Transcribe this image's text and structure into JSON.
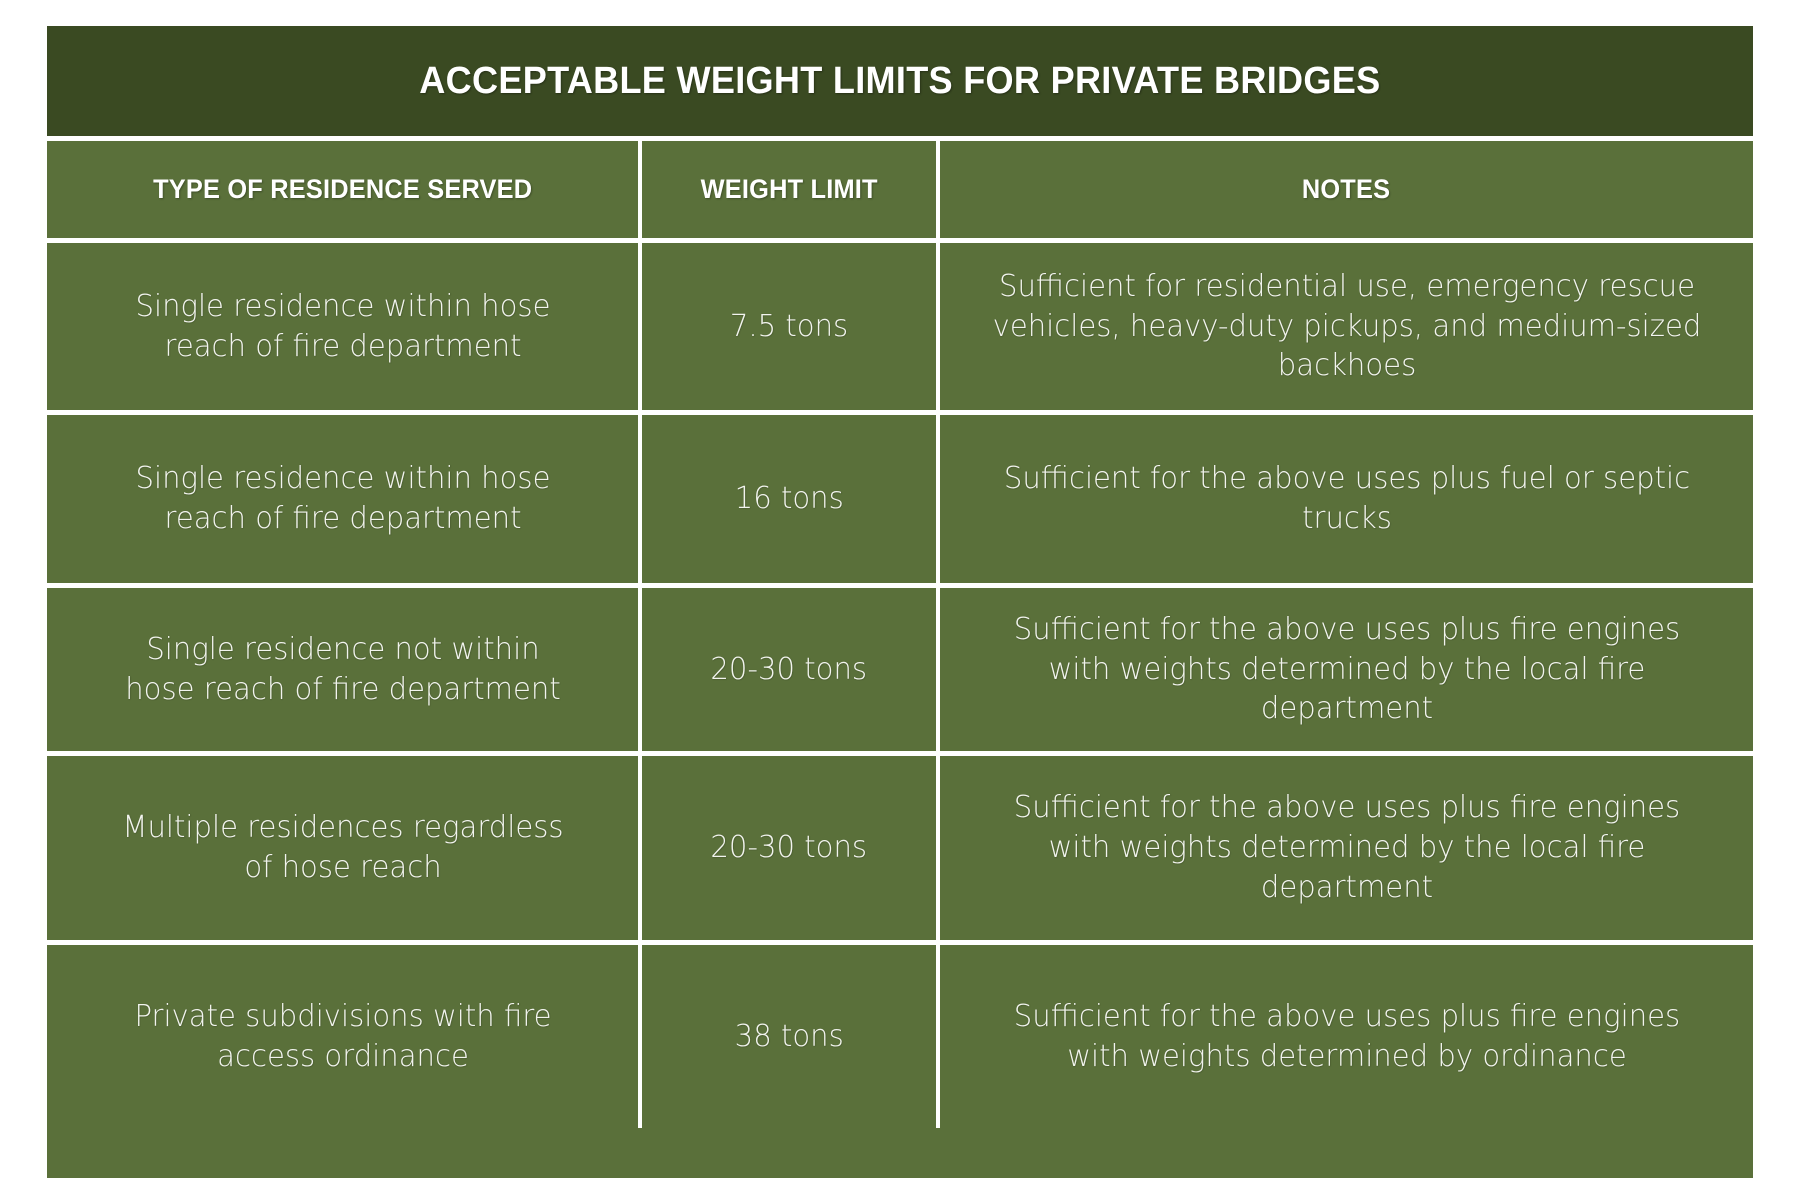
{
  "table": {
    "title": "ACCEPTABLE WEIGHT LIMITS FOR PRIVATE BRIDGES",
    "colors": {
      "title_bar": "#3a4a22",
      "body": "#5a703a",
      "divider": "#ffffff",
      "text": "#ffffff"
    },
    "columns": [
      {
        "label": "TYPE OF RESIDENCE SERVED"
      },
      {
        "label": "WEIGHT LIMIT"
      },
      {
        "label": "NOTES"
      }
    ],
    "rows": [
      {
        "residence": "Single residence within hose reach of fire department",
        "weight_limit": "7.5 tons",
        "notes": "Sufficient for residential use, emergency rescue vehicles, heavy-duty pickups, and medium-sized backhoes"
      },
      {
        "residence": "Single residence within hose reach of fire department",
        "weight_limit": "16 tons",
        "notes": "Sufficient for the above uses plus fuel or septic trucks"
      },
      {
        "residence": "Single residence not within hose reach of fire department",
        "weight_limit": "20-30 tons",
        "notes": "Sufficient for the above uses plus fire engines with weights determined by the local fire department"
      },
      {
        "residence": "Multiple residences regardless of hose reach",
        "weight_limit": "20-30 tons",
        "notes": "Sufficient for the above uses plus fire engines with weights determined by the local fire department"
      },
      {
        "residence": "Private subdivisions with fire access ordinance",
        "weight_limit": "38 tons",
        "notes": "Sufficient for the above uses plus fire engines with weights determined by ordinance"
      }
    ]
  }
}
